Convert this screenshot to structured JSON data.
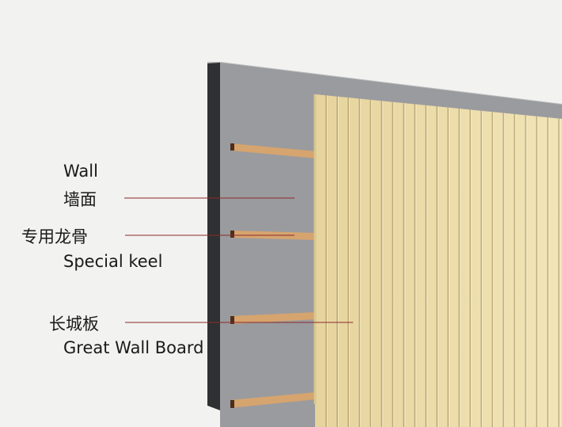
{
  "labels": {
    "wall_en": "Wall",
    "wall_zh": "墙面",
    "keel_zh": "专用龙骨",
    "keel_en": "Special keel",
    "board_zh": "长城板",
    "board_en": "Great Wall Board"
  },
  "colors": {
    "background": "#f2f2f0",
    "wall_face": "#9a9b9e",
    "wall_edge": "#2f3031",
    "keel": "#d6a46e",
    "board": "#eee0ad",
    "groove": "#a08a60",
    "leader_line": "#8b2a2a"
  }
}
